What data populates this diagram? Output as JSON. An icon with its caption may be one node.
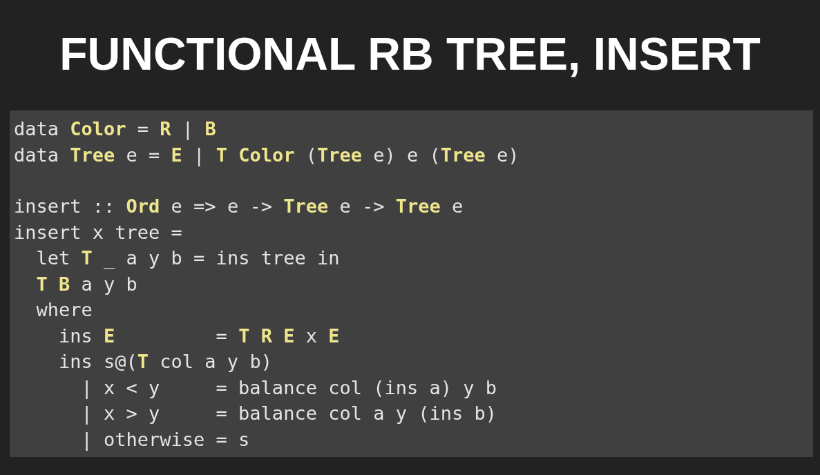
{
  "diagram": {
    "title": "FUNCTIONAL RB TREE, INSERT",
    "labels": [
      "data Color = R | B",
      "data Tree e = E | T Color (Tree e) e (Tree e)",
      "insert :: Ord e => e -> Tree e -> Tree e",
      "insert x tree =",
      "  let T _ a y b = ins tree in",
      "  T B a y b",
      "  where",
      "    ins E         = T R E x E",
      "    ins s@(T col a y b)",
      "      | x < y     = balance col (ins a) y b",
      "      | x > y     = balance col a y (ins b)",
      "      | otherwise = s"
    ]
  }
}
